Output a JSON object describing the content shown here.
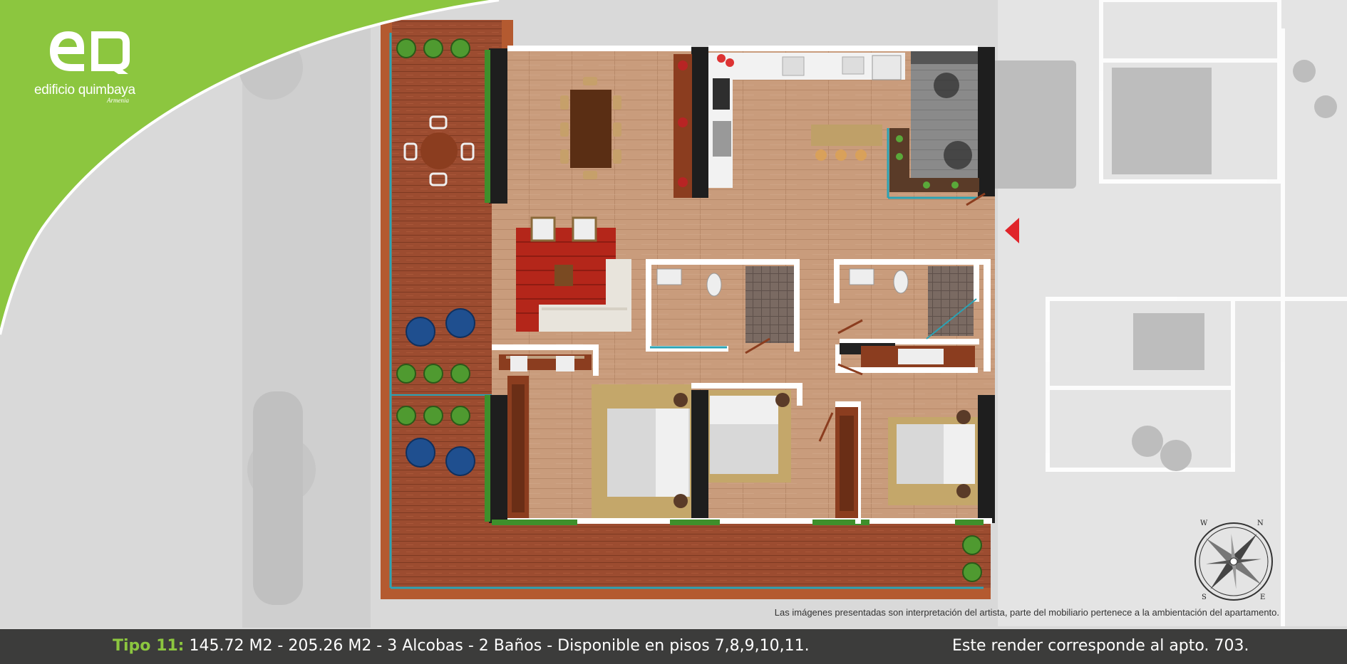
{
  "logo": {
    "mark": "eQ",
    "name": "edificio quimbaya",
    "city": "Armenia"
  },
  "disclaimer": "Las imágenes presentadas son interpretación del artista, parte del mobiliario pertenece a la ambientación del apartamento.",
  "footer": {
    "tipo_label": "Tipo 11:",
    "details": "145.72 M2 - 205.26 M2 - 3 Alcobas - 2 Baños - Disponible en pisos 7,8,9,10,11.",
    "apt_note": "Este render corresponde al apto. 703."
  },
  "compass": {
    "n": "N",
    "s": "S",
    "e": "E",
    "w": "W"
  },
  "colors": {
    "brand_green": "#8cc63f",
    "footer_bg": "#3c3c3b",
    "wood_floor": "#c59a7a",
    "deck": "#9a4a2e",
    "entry_arrow": "#e0242a"
  }
}
